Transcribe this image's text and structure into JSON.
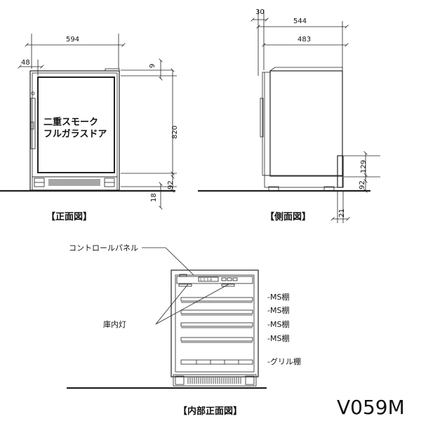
{
  "front_view": {
    "caption": "【正面図】",
    "door_label_line1": "二重スモーク",
    "door_label_line2": "フルガラスドア",
    "dim_width": "594",
    "dim_handle": "48",
    "dim_top": "9",
    "dim_height": "820",
    "dim_base": "92",
    "dim_feet": "18"
  },
  "side_view": {
    "caption": "【側面図】",
    "dim_offset": "30",
    "dim_depth_total": "544",
    "dim_depth_body": "483",
    "dim_kick_height": "129",
    "dim_base": "92",
    "dim_kick_depth": "21"
  },
  "interior_view": {
    "caption": "【内部正面図】",
    "control_panel_label": "コントロールパネル",
    "light_label": "庫内灯",
    "shelves": [
      "-MS棚",
      "-MS棚",
      "-MS棚",
      "-MS棚"
    ],
    "grille_shelf": "-グリル棚",
    "display_text": "5.5 5.0"
  },
  "model": "V059M"
}
